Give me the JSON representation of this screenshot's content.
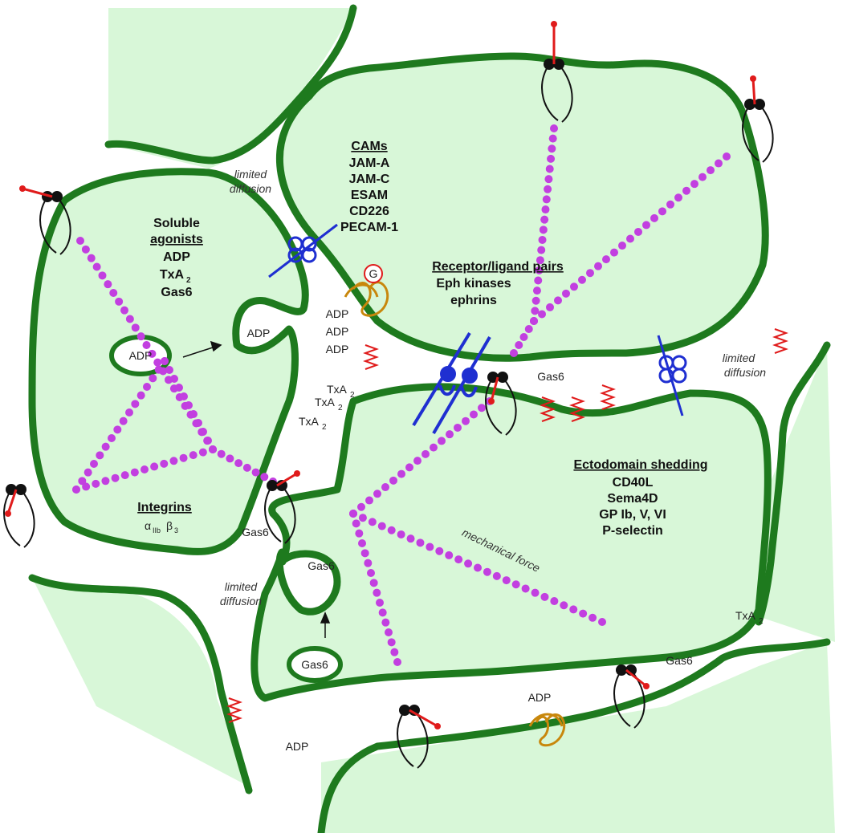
{
  "colors": {
    "membrane": "#1e7a1e",
    "cytoplasm": "#d8f7d8",
    "filament": "#c23fe0",
    "integrin_head": "#111111",
    "ligand": "#e01b1b",
    "cam": "#1f2fd1",
    "gpcr": "#c8870c",
    "shedding": "#e01b1b"
  },
  "labels": {
    "cams_title": "CAMs",
    "cams_items": [
      "JAM-A",
      "JAM-C",
      "ESAM",
      "CD226",
      "PECAM-1"
    ],
    "soluble_title": "Soluble",
    "soluble_title2": "agonists",
    "soluble_items": [
      "ADP",
      "TxA",
      "Gas6"
    ],
    "receptor_title": "Receptor/ligand pairs",
    "receptor_items": [
      "Eph kinases",
      "ephrins"
    ],
    "ecto_title": "Ectodomain shedding",
    "ecto_items": [
      "CD40L",
      "Sema4D",
      "GP Ib, V, VI",
      "P-selectin"
    ],
    "integrins_title": "Integrins",
    "integrin_alpha": "α",
    "integrin_alpha_sub": "IIb",
    "integrin_beta": "β",
    "integrin_beta_sub": "3",
    "sub_2": "2",
    "limited_diffusion_1": "limited",
    "limited_diffusion_2": "diffusion",
    "mechanical_force": "mechanical force",
    "adp": "ADP",
    "txa": "TxA",
    "gas6": "Gas6",
    "g": "G"
  }
}
